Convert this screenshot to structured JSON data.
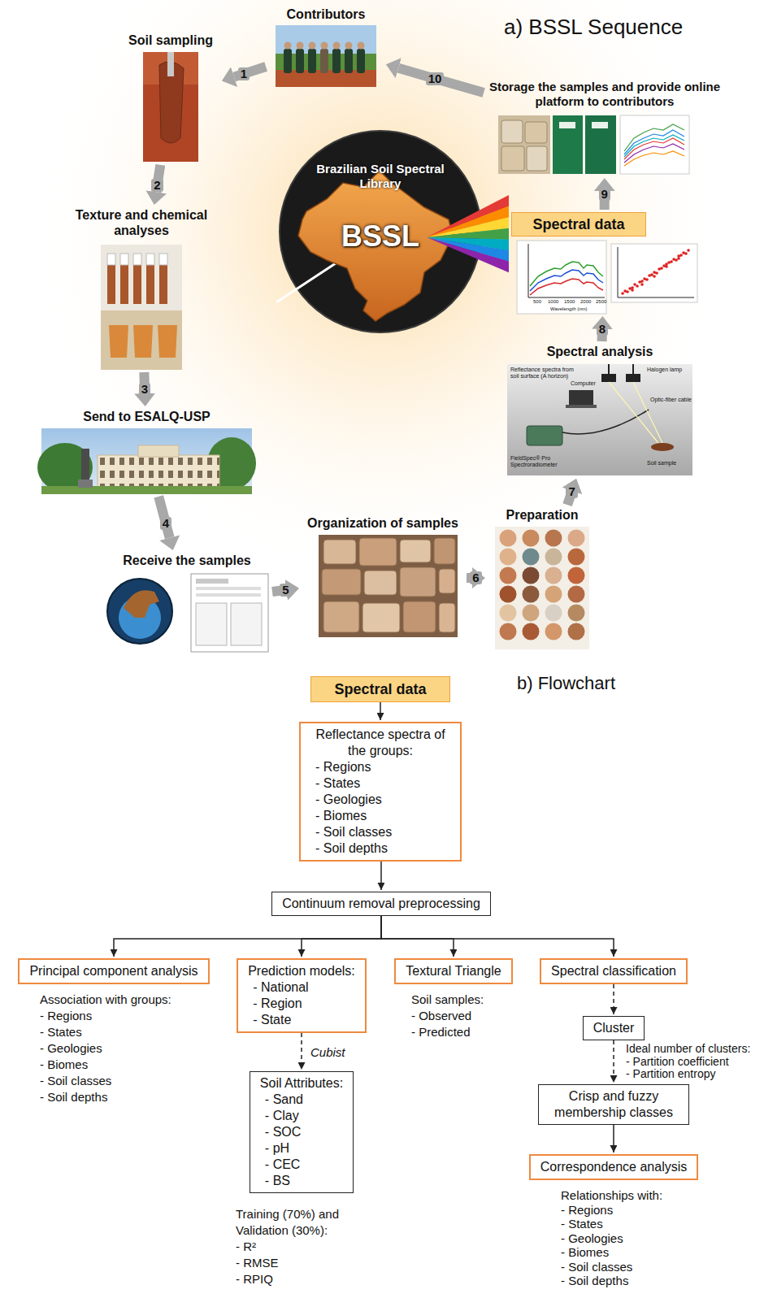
{
  "diagram": {
    "nodes": [
      {
        "text": [
          "Contributors"
        ]
      },
      {
        "text": [
          "Soil sampling"
        ]
      },
      {
        "text": [
          "Texture and chemical analyses"
        ]
      },
      {
        "text": [
          "Send to ESALQ-USP"
        ]
      },
      {
        "text": [
          "Receive the samples"
        ]
      },
      {
        "text": [
          "Organization of samples"
        ]
      },
      {
        "text": [
          "Preparation"
        ]
      },
      {
        "text": [
          "Spectral analysis"
        ]
      },
      {
        "text": [
          "Spectral data"
        ]
      },
      {
        "text": [
          "Storage the samples and provide online platform to contributors"
        ]
      },
      {
        "text": [
          "Brazilian Soil Spectral Library",
          "BSSL"
        ]
      },
      {
        "text": [
          "Spectral data"
        ]
      },
      {
        "text": [
          "Reflectance spectra of the groups:",
          "- Regions",
          "- States",
          "- Geologies",
          "- Biomes",
          "- Soil classes",
          "- Soil depths"
        ]
      },
      {
        "text": [
          "Continuum removal preprocessing"
        ]
      },
      {
        "text": [
          "Principal component analysis"
        ]
      },
      {
        "text": [
          "Prediction models:",
          "- National",
          "- Region",
          "- State"
        ]
      },
      {
        "text": [
          "Soil Attributes:",
          "- Sand",
          "- Clay",
          "- SOC",
          "- pH",
          "- CEC",
          "- BS"
        ]
      },
      {
        "text": [
          "Textural Triangle"
        ]
      },
      {
        "text": [
          "Spectral classification"
        ]
      },
      {
        "text": [
          "Cluster"
        ]
      },
      {
        "text": [
          "Crisp and fuzzy membership classes"
        ]
      },
      {
        "text": [
          "Correspondence analysis"
        ]
      }
    ],
    "edges": [
      {
        "from": 0,
        "to": 1,
        "arrow": "to",
        "label": "1"
      },
      {
        "from": 1,
        "to": 2,
        "arrow": "to",
        "label": "2"
      },
      {
        "from": 2,
        "to": 3,
        "arrow": "to",
        "label": "3"
      },
      {
        "from": 3,
        "to": 4,
        "arrow": "to",
        "label": "4"
      },
      {
        "from": 4,
        "to": 5,
        "arrow": "to",
        "label": "5"
      },
      {
        "from": 5,
        "to": 6,
        "arrow": "to",
        "label": "6"
      },
      {
        "from": 6,
        "to": 7,
        "arrow": "to",
        "label": "7"
      },
      {
        "from": 7,
        "to": 8,
        "arrow": "to",
        "label": "8"
      },
      {
        "from": 8,
        "to": 9,
        "arrow": "to",
        "label": "9"
      },
      {
        "from": 9,
        "to": 0,
        "arrow": "to",
        "label": "10"
      },
      {
        "from": 11,
        "to": 12,
        "arrow": "to"
      },
      {
        "from": 12,
        "to": 13,
        "arrow": "to"
      },
      {
        "from": 13,
        "to": 14,
        "arrow": "to"
      },
      {
        "from": 13,
        "to": 15,
        "arrow": "to"
      },
      {
        "from": 13,
        "to": 17,
        "arrow": "to"
      },
      {
        "from": 13,
        "to": 18,
        "arrow": "to"
      },
      {
        "from": 15,
        "to": 16,
        "arrow": "to",
        "label": "Cubist"
      },
      {
        "from": 18,
        "to": 19,
        "arrow": "to"
      },
      {
        "from": 19,
        "to": 20,
        "arrow": "to"
      },
      {
        "from": 20,
        "to": 21,
        "arrow": "to"
      }
    ],
    "labels": [
      "a) BSSL Sequence",
      "b) Flowchart",
      "Reflectance spectra from soil surface (A horizon)",
      "Halogen lamp",
      "Optic-fiber cable",
      "Computer",
      "FieldSpec® Pro Spectroradiometer",
      "Soil sample",
      "500",
      "1000",
      "1500",
      "2000",
      "2500",
      "Wavelength (nm)",
      "Association with groups:",
      "- Regions",
      "- States",
      "- Geologies",
      "- Biomes",
      "- Soil classes",
      "- Soil depths",
      "Soil samples:",
      "- Observed",
      "- Predicted",
      "Training (70%) and",
      "Validation (30%):",
      "- R²",
      "- RMSE",
      "- RPIQ",
      "Ideal number of clusters:",
      "- Partition coefficient",
      "- Partition entropy",
      "Relationships with:",
      "- Regions",
      "- States",
      "- Geologies",
      "- Biomes",
      "- Soil classes",
      "- Soil depths"
    ]
  }
}
